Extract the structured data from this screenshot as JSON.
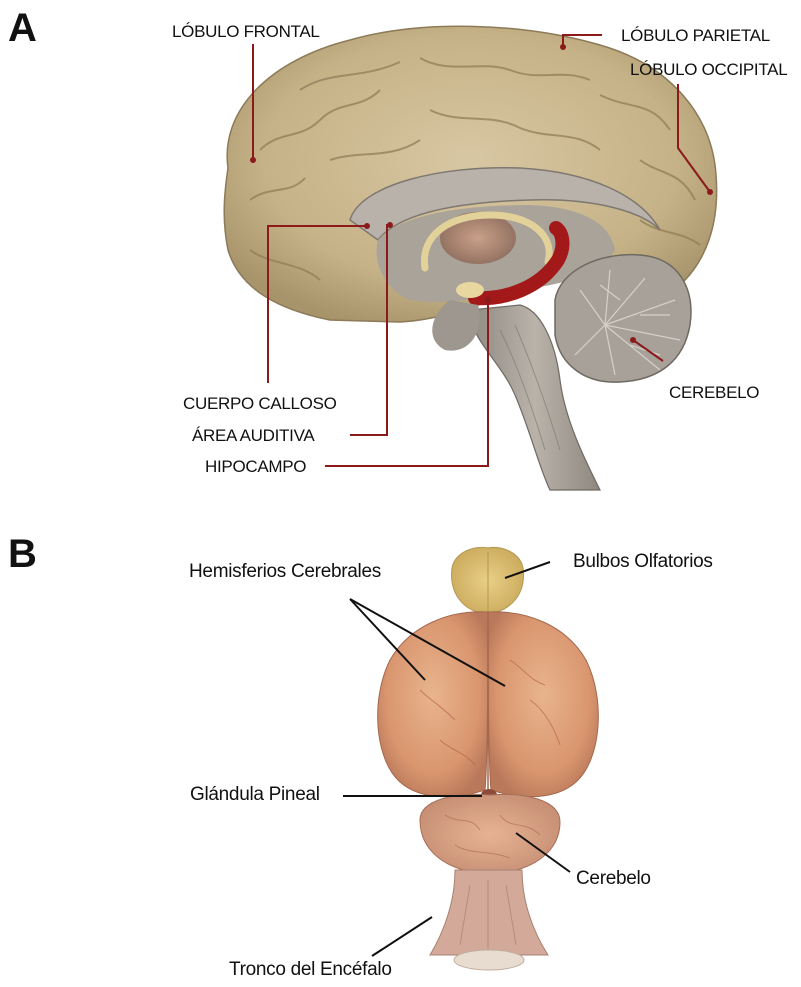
{
  "panel_a": {
    "letter": "A",
    "labels": {
      "frontal": "LÓBULO FRONTAL",
      "parietal": "LÓBULO PARIETAL",
      "occipital": "LÓBULO OCCIPITAL",
      "cuerpo_calloso": "CUERPO CALLOSO",
      "area_auditiva": "ÁREA AUDITIVA",
      "hipocampo": "HIPOCAMPO",
      "cerebelo": "CEREBELO"
    },
    "leader_color": "#8b1a1a"
  },
  "panel_b": {
    "letter": "B",
    "labels": {
      "hemisferios": "Hemisferios Cerebrales",
      "bulbos": "Bulbos Olfatorios",
      "pineal": "Glándula Pineal",
      "cerebelo": "Cerebelo",
      "tronco": "Tronco del Encéfalo"
    },
    "leader_color": "#111111"
  }
}
